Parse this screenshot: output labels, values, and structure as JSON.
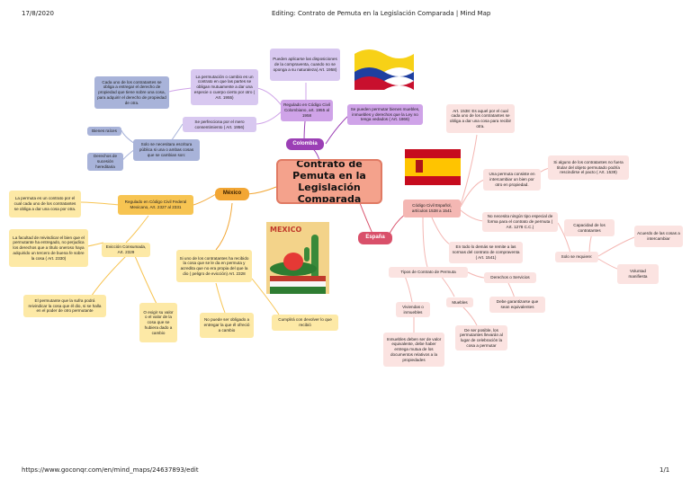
{
  "header": {
    "date": "17/8/2020",
    "title": "Editing: Contrato de Pemuta en la Legislación Comparada | Mind Map"
  },
  "footer": {
    "url": "https://www.goconqr.com/en/mind_maps/24637893/edit",
    "page": "1/1"
  },
  "central": "Contrato de Pemuta en la Legislación Comparada",
  "colombia": {
    "label": "Colombia",
    "regulado": "Regulado en Código Civil Colombiano, art. 1955 al 1958",
    "pueden_aplicarse": "Pueden aplicarse las disposiciones de la compraventa, cuando no se oponga a su naturaleza( Art. 1958)",
    "definicion": "La permutación o cambio es un contrato en que las partes se obligan mutuamente a dar una especie o cuerpo cierto por otro ( Art. 1955)",
    "cada_uno": "Cada uno de los contratantes se obliga a entregar el derecho de propiedad que tiene sobre una cosa, para adquirir el derecho de propiedad de otra.",
    "perfecciona": "Se perfecciona por el mero consentimiento ( Art. 1956)",
    "solo_escritura": "Solo se necesitara escritura pública si una o ambas cosas que se cambian son:",
    "bienes_raices": "Bienes raíces",
    "derechos_sucesion": "Derechos de sucesión hereditaria",
    "se_pueden": "Se pueden permutar bienes muebles, inmuebles y derechos que la Ley no tenga vedados ( Art. 1866)"
  },
  "mexico": {
    "label": "México",
    "regulado": "Regulado en Código Civil Federal Mexicano, Art. 2327 al 2331",
    "definicion": "La permuta es un contrato por el cual cada uno de los contratantes se obliga a dar una cosa por otra.",
    "eviccion": "Evicción Consumada, Art. 2329",
    "facultad": "La facultad de reivindicar el bien que el permutante ha entregado, no perjudica los derechos que a título oneroso haya adquirido un tercero de buena fe sobre la cosa ( Art. 2330)",
    "permutante": "El permutante que la sufra podrá reivindicar la cosa que él dio, si se halla en el poder de otro permutante",
    "exigir": "O exigir su valor o el valor de la cosa que se hubiera dado a cambio",
    "si_uno": "Si uno de los contratantes ha recibido la cosa que se le da en permuta y acredita que no era propia del que la dio ( peligro de evicción) Art. 2328",
    "no_puede": "No puede ser obligado a entregar la que él ofreció a cambio",
    "cumplira": "Cumplirá con devolver lo que recibió",
    "image_title": "MEXICO"
  },
  "espana": {
    "label": "España",
    "codigo": "Código Civil Español, artículos 1538 a 1541",
    "art1538": "Art. 1538: Es aquel por el cual cada uno de los contratantes se obliga a dar una cosa para recibir otra.",
    "una_permuta": "Una permuta consiste en intercambiar un bien por otro en propiedad.",
    "si_alguno": "Si alguno de los contratantes no fuera titular del objeto permutado podría rescindirse el pacto ( Art. 1539)",
    "no_necesita": "No necesita ningún tipo especial de forma para el contrato de permuta ( Art. 1278 C.C.)",
    "capacidad": "Capacidad de los contratantes",
    "solo_requiere": "Solo se requiere:",
    "acuerdo": "Acuerdo de las cosas a intercambiar",
    "voluntad": "Voluntad manifiesta",
    "en_todo": "En todo lo demás se remite a las normas del contrato de compraventa ( Art. 1541)",
    "tipos": "Tipos de Contrato de Permuta",
    "derechos_servicios": "Derechos o Servicios",
    "deben_garantizarse": "Debe garantizarse que sean equivalentes",
    "viviendas": "Viviendas o inmuebles",
    "muebles": "Muebles",
    "inmuebles_deben": "Inmuebles deben ser de valor equivalente, debe haber entrega mutua de los documentos relativos a la propiedades",
    "de_ser_posible": "De ser posible, los permutantes llevarán al lugar de celebración la cosa a permutar"
  },
  "colors": {
    "mexico": "#f2a634",
    "colombia": "#9b3fb5",
    "espana": "#d9506a",
    "central": "#f4a28c"
  }
}
